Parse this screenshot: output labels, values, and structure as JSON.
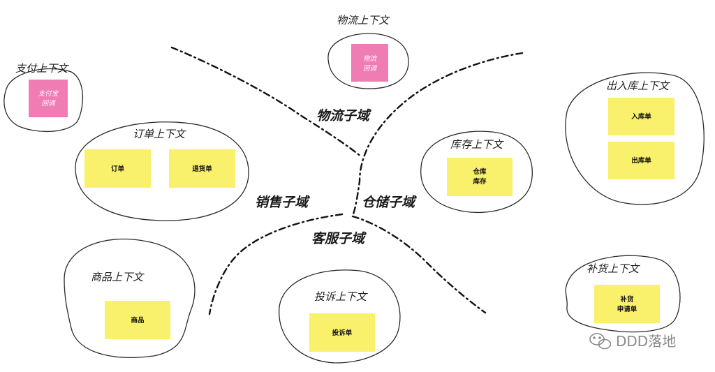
{
  "colors": {
    "sticky_yellow": "#f9f06b",
    "sticky_pink": "#f07cb4",
    "stroke": "#2b2b2b",
    "text": "#1a1a1a"
  },
  "domains": {
    "logistics": "物流子域",
    "sales": "销售子域",
    "warehouse": "仓储子域",
    "customer_service": "客服子域"
  },
  "contexts": {
    "logistics": {
      "title": "物流上下文",
      "notes": [
        [
          "物流",
          "回调"
        ]
      ]
    },
    "payment": {
      "title": "支付上下文",
      "notes": [
        [
          "支付宝",
          "回调"
        ]
      ]
    },
    "order": {
      "title": "订单上下文",
      "notes": [
        [
          "订单"
        ],
        [
          "退货单"
        ]
      ]
    },
    "inventory": {
      "title": "库存上下文",
      "notes": [
        [
          "仓库",
          "库存"
        ]
      ]
    },
    "inbound_outbound": {
      "title": "出入库上下文",
      "notes": [
        [
          "入库单"
        ],
        [
          "出库单"
        ]
      ]
    },
    "product": {
      "title": "商品上下文",
      "notes": [
        [
          "商品"
        ]
      ]
    },
    "complaint": {
      "title": "投诉上下文",
      "notes": [
        [
          "投诉单"
        ]
      ]
    },
    "replenishment": {
      "title": "补货上下文",
      "notes": [
        [
          "补货",
          "申请单"
        ]
      ]
    }
  },
  "watermark": {
    "icon": "wechat-icon",
    "text": "DDD落地"
  }
}
